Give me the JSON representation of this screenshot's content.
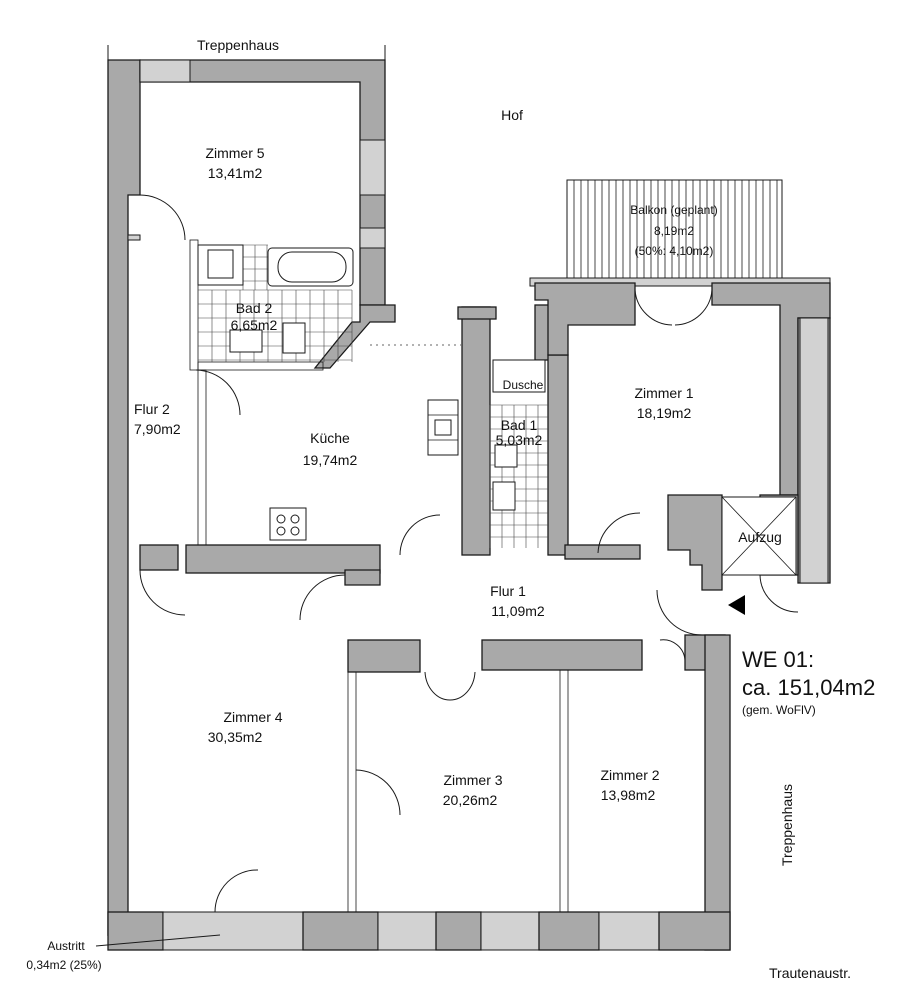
{
  "plan": {
    "stair_top": "Treppenhaus",
    "courtyard": "Hof",
    "balcony": {
      "name": "Balkon (geplant)",
      "area": "8,19m2",
      "note": "(50%: 4,10m2)"
    },
    "rooms": [
      {
        "id": "zimmer5",
        "name": "Zimmer 5",
        "area": "13,41m2"
      },
      {
        "id": "bad2",
        "name": "Bad 2",
        "area": "6,65m2"
      },
      {
        "id": "flur2",
        "name": "Flur 2",
        "area": "7,90m2"
      },
      {
        "id": "kueche",
        "name": "Küche",
        "area": "19,74m2"
      },
      {
        "id": "bad1",
        "name": "Bad 1",
        "area": "5,03m2"
      },
      {
        "id": "zimmer1",
        "name": "Zimmer 1",
        "area": "18,19m2"
      },
      {
        "id": "flur1",
        "name": "Flur 1",
        "area": "11,09m2"
      },
      {
        "id": "zimmer4",
        "name": "Zimmer 4",
        "area": "30,35m2"
      },
      {
        "id": "zimmer3",
        "name": "Zimmer 3",
        "area": "20,26m2"
      },
      {
        "id": "zimmer2",
        "name": "Zimmer 2",
        "area": "13,98m2"
      }
    ],
    "shower": "Dusche",
    "elevator": "Aufzug",
    "unit": {
      "title": "WE 01:",
      "total": "ca. 151,04m2",
      "method": "(gem. WoFlV)"
    },
    "exit": {
      "name": "Austritt",
      "area": "0,34m2 (25%)"
    },
    "stair_right": "Treppenhaus",
    "street": "Trautenaustr."
  }
}
